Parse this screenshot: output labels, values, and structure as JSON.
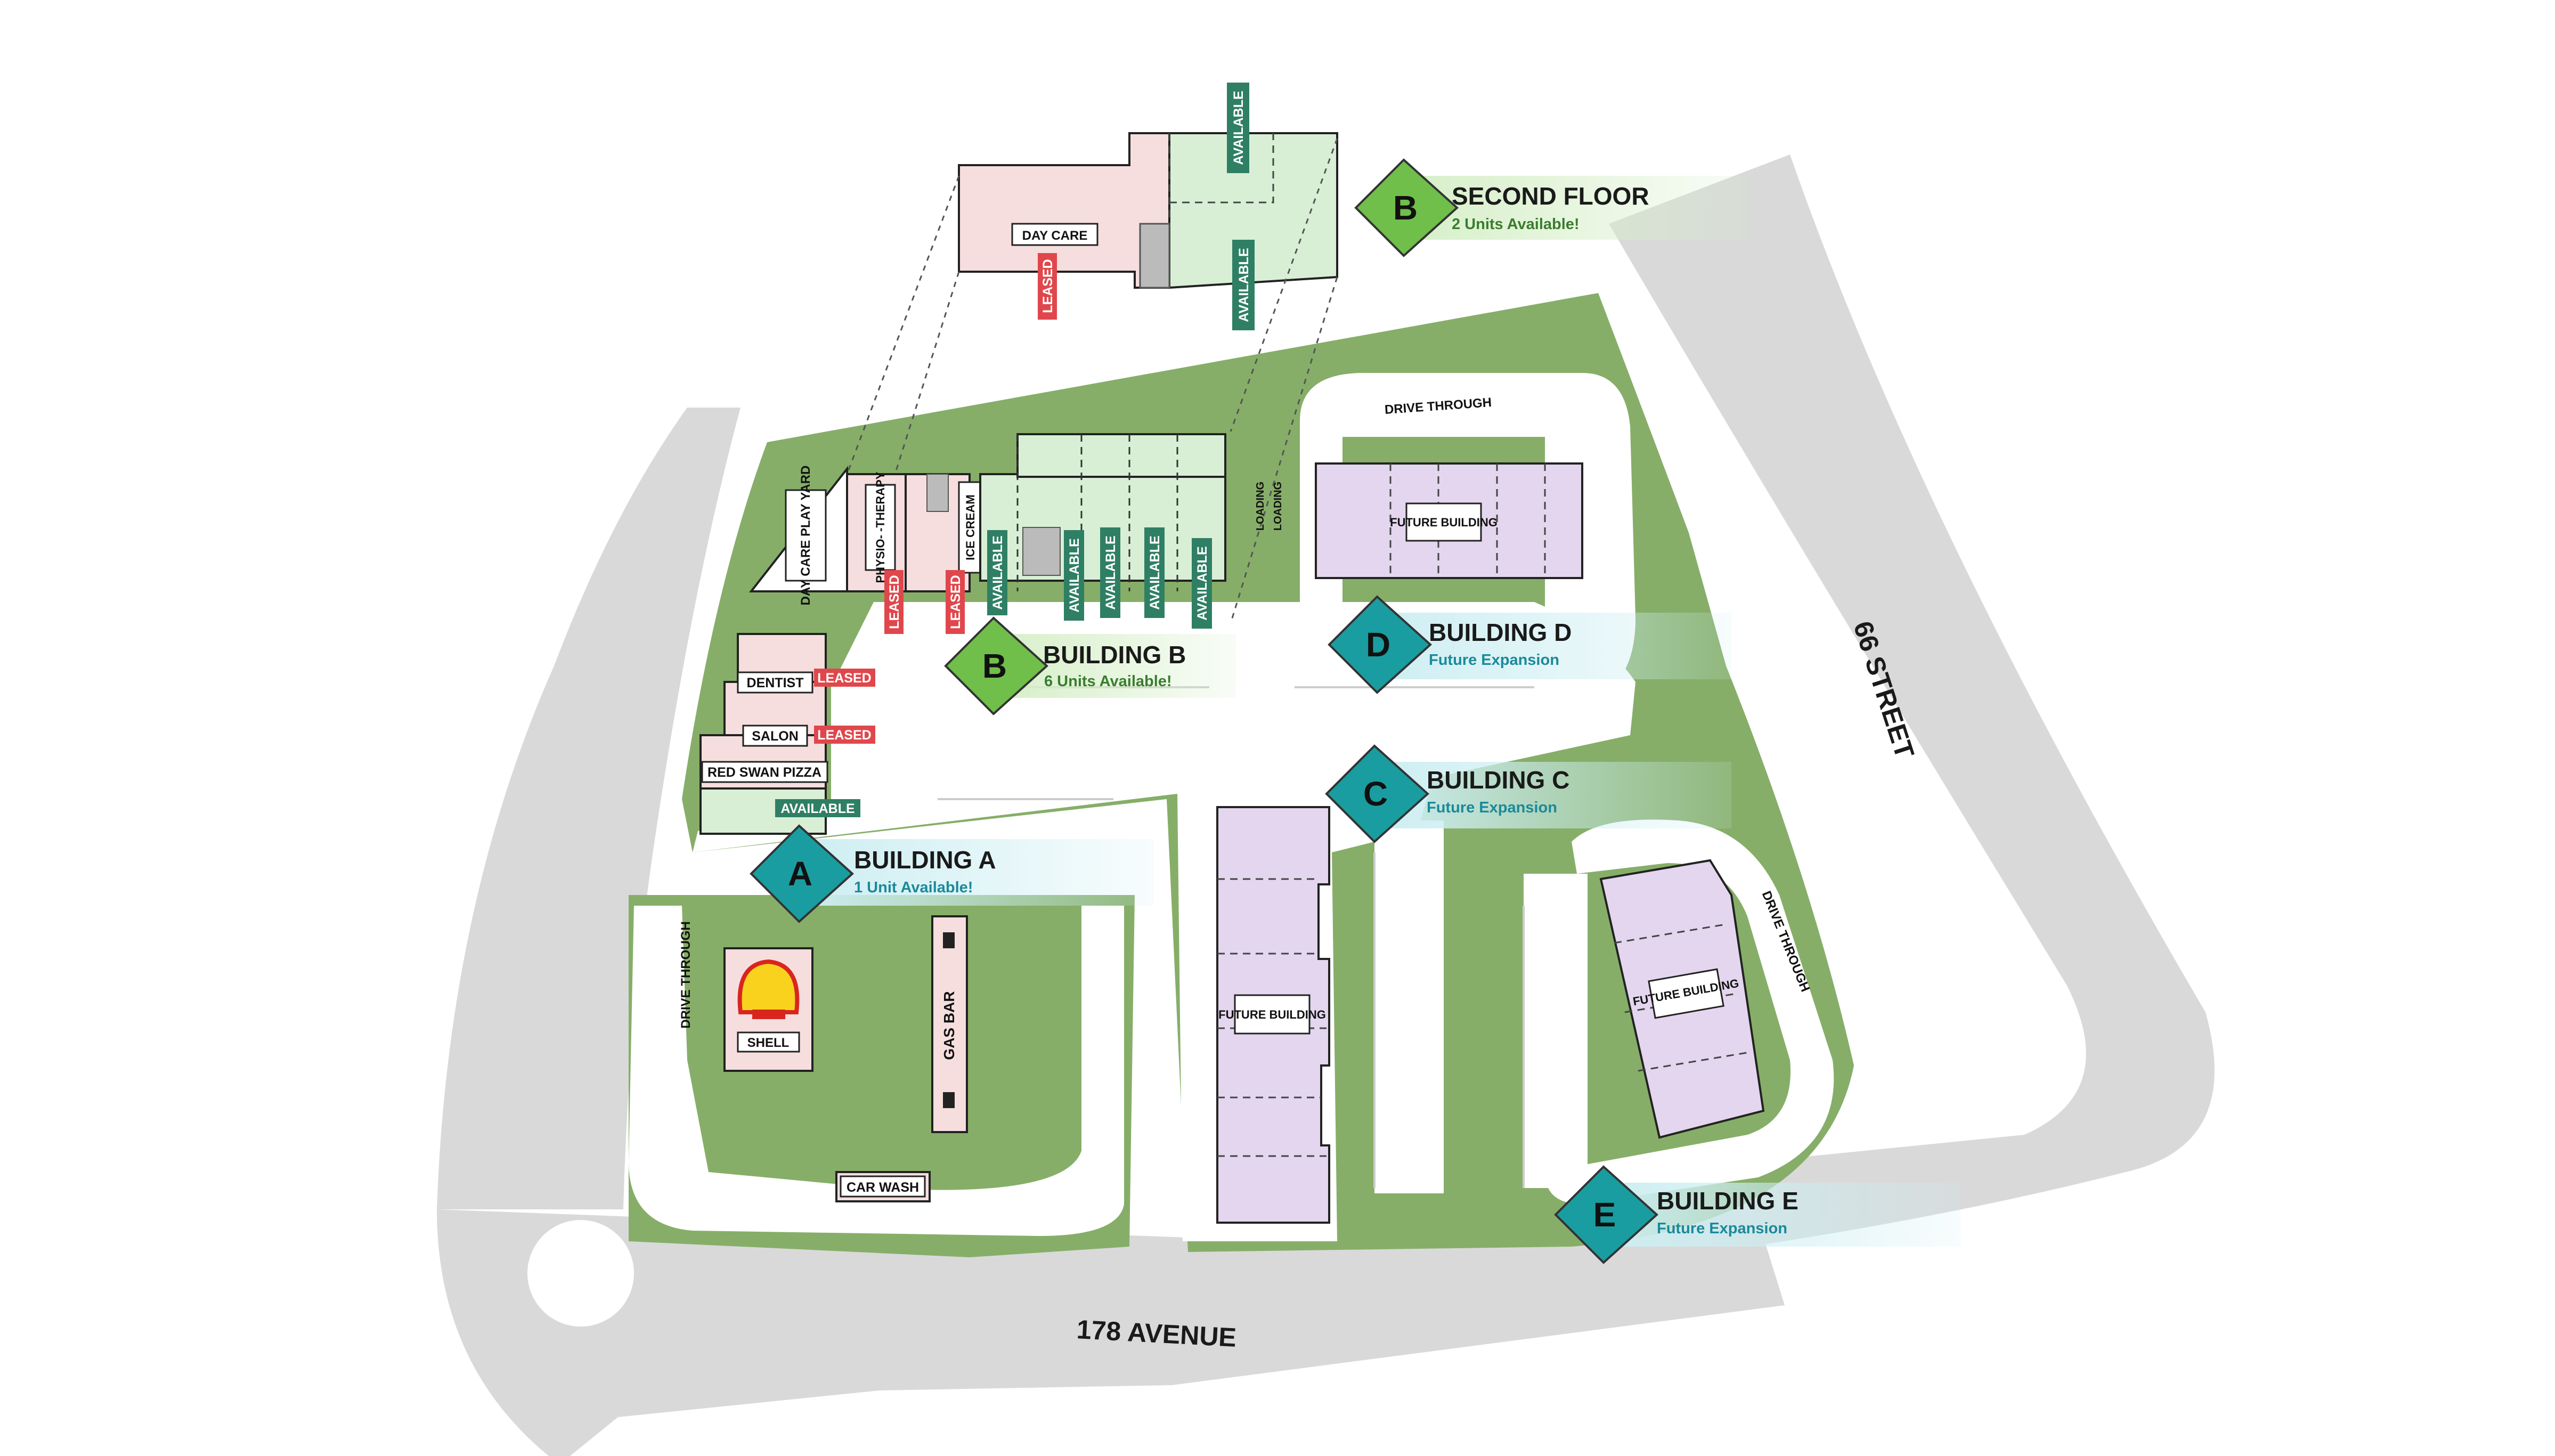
{
  "streets": {
    "avenue": "178 AVENUE",
    "street": "66 STREET"
  },
  "colors": {
    "road": "#d9d9d9",
    "green": "#86ae68",
    "leased": "#f6dede",
    "available": "#d8efd6",
    "future": "#e3d6ee",
    "leased_tag": "#e0474c",
    "available_tag": "#2f7f64",
    "badge_green": "#6fbf4a",
    "badge_teal": "#1a9da0"
  },
  "callouts": {
    "second_floor": {
      "letter": "B",
      "title": "SECOND FLOOR",
      "subtitle": "2 Units Available!"
    },
    "building_b": {
      "letter": "B",
      "title": "BUILDING B",
      "subtitle": "6 Units Available!"
    },
    "building_a": {
      "letter": "A",
      "title": "BUILDING A",
      "subtitle": "1 Unit Available!"
    },
    "building_d": {
      "letter": "D",
      "title": "BUILDING D",
      "subtitle": "Future Expansion"
    },
    "building_c": {
      "letter": "C",
      "title": "BUILDING C",
      "subtitle": "Future Expansion"
    },
    "building_e": {
      "letter": "E",
      "title": "BUILDING E",
      "subtitle": "Future Expansion"
    }
  },
  "units": {
    "day_care_upper": "DAY CARE",
    "day_care_play_yard": "DAY CARE PLAY YARD",
    "physio": "PHYSIO- -THERAPY",
    "ice_cream": "ICE CREAM",
    "dentist": "DENTIST",
    "salon": "SALON",
    "red_swan": "RED SWAN PIZZA",
    "shell": "SHELL",
    "gas_bar": "GAS BAR",
    "car_wash": "CAR WASH",
    "future_building": "FUTURE BUILDING",
    "drive_through": "DRIVE THROUGH",
    "loading": "LOADING"
  },
  "tags": {
    "leased": "LEASED",
    "available": "AVAILABLE"
  }
}
